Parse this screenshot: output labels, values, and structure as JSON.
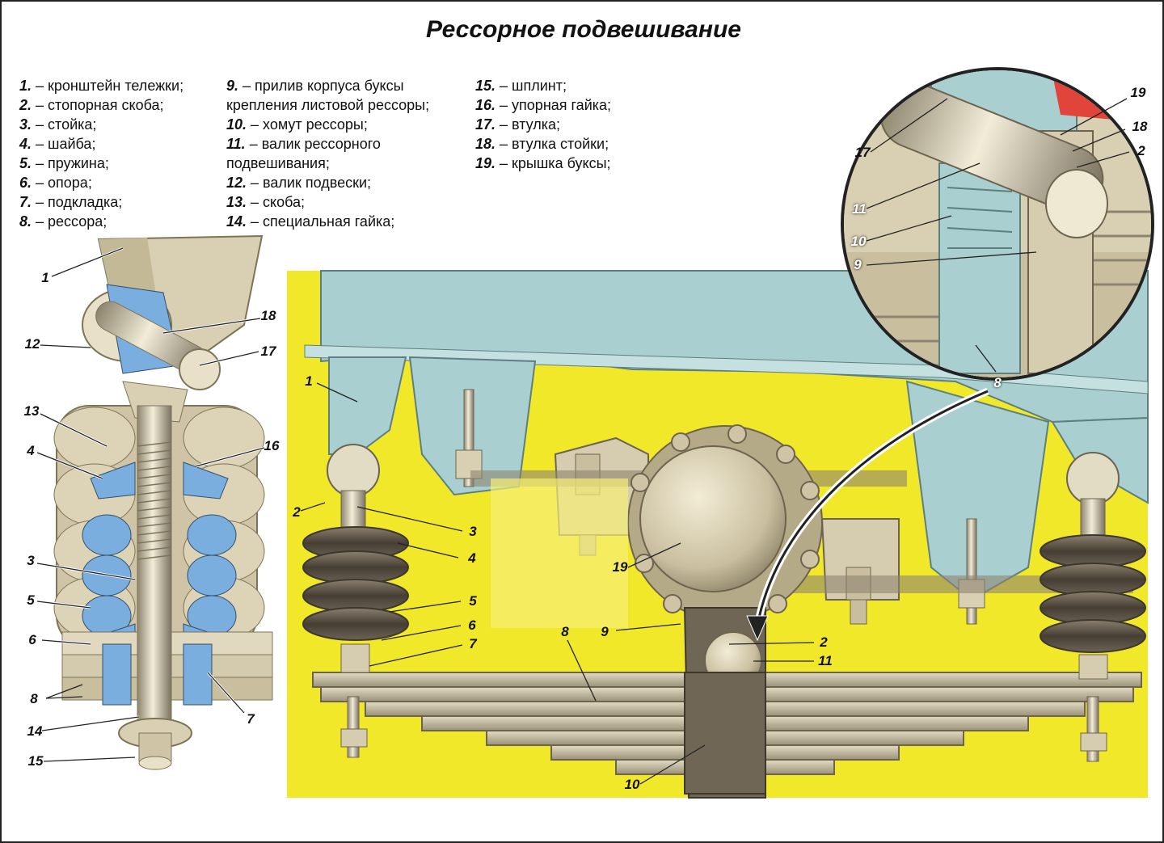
{
  "title": "Рессорное подвешивание",
  "legend": [
    [
      {
        "num": "1.",
        "text": " – кронштейн тележки;"
      },
      {
        "num": "2.",
        "text": " – стопорная скоба;"
      },
      {
        "num": "3.",
        "text": " – стойка;"
      },
      {
        "num": "4.",
        "text": " – шайба;"
      },
      {
        "num": "5.",
        "text": " – пружина;"
      },
      {
        "num": "6.",
        "text": " – опора;"
      },
      {
        "num": "7.",
        "text": " – подкладка;"
      },
      {
        "num": "8.",
        "text": " – рессора;"
      }
    ],
    [
      {
        "num": "9.",
        "text": " – прилив корпуса буксы"
      },
      {
        "num": "",
        "text": "крепления листовой рессоры;"
      },
      {
        "num": "10.",
        "text": " – хомут рессоры;"
      },
      {
        "num": "11.",
        "text": " – валик рессорного"
      },
      {
        "num": "",
        "text": "подвешивания;"
      },
      {
        "num": "12.",
        "text": " – валик подвески;"
      },
      {
        "num": "13.",
        "text": " – скоба;"
      },
      {
        "num": "14.",
        "text": " – специальная гайка;"
      }
    ],
    [
      {
        "num": "15.",
        "text": " – шплинт;"
      },
      {
        "num": "16.",
        "text": " – упорная гайка;"
      },
      {
        "num": "17.",
        "text": " – втулка;"
      },
      {
        "num": "18.",
        "text": " – втулка стойки;"
      },
      {
        "num": "19.",
        "text": " – крышка буксы;"
      }
    ]
  ],
  "left_callouts": [
    "1",
    "18",
    "12",
    "17",
    "13",
    "16",
    "4",
    "3",
    "5",
    "6",
    "8",
    "7",
    "14",
    "15"
  ],
  "main_callouts": [
    "1",
    "2",
    "3",
    "4",
    "5",
    "6",
    "7",
    "8",
    "9",
    "19",
    "2",
    "11",
    "10"
  ],
  "inset_callouts": [
    "19",
    "18",
    "17",
    "2",
    "11",
    "10",
    "9",
    "8"
  ],
  "colors": {
    "background": "#ffffff",
    "yellow": "#f2e82a",
    "pale_blue": "#a9cfd0",
    "steel": "#d8cfb4",
    "dark_spring": "#5e5446",
    "blue_section": "#79aede"
  }
}
